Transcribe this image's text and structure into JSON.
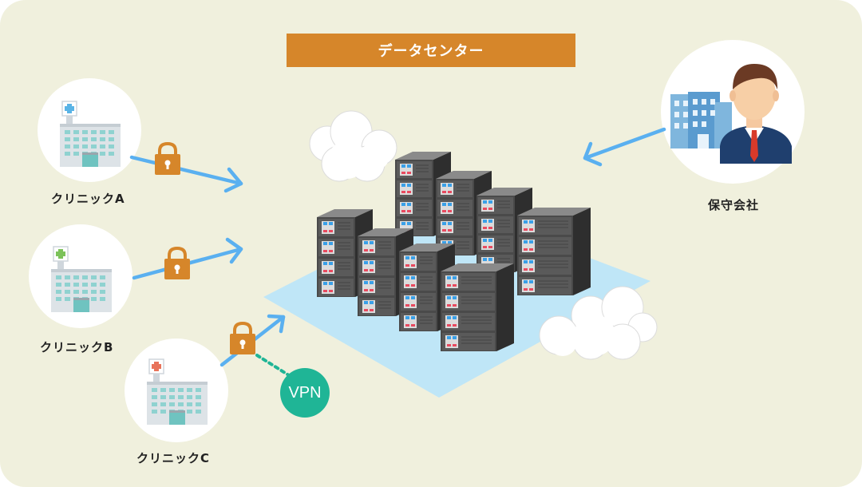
{
  "title": "データセンター",
  "clinics": [
    {
      "label": "クリニックA",
      "cross_color": "#5ab4e6"
    },
    {
      "label": "クリニックB",
      "cross_color": "#7cc25a"
    },
    {
      "label": "クリニックC",
      "cross_color": "#e8735a"
    }
  ],
  "maintenance": {
    "label": "保守会社"
  },
  "vpn": {
    "label": "VPN"
  },
  "colors": {
    "background": "#f0f0dd",
    "title_bar": "#d6862a",
    "arrow": "#5ab0f0",
    "lock": "#d6862a",
    "vpn": "#1fb596",
    "platform": "#bfe6f7",
    "server_body": "#4a4a4a",
    "led_blue": "#3aa0e8",
    "led_red": "#e84a5f"
  },
  "icons": [
    "hospital-icon",
    "padlock-icon",
    "arrow-icon",
    "server-rack-icon",
    "cloud-icon",
    "office-building-icon",
    "businessman-icon"
  ]
}
